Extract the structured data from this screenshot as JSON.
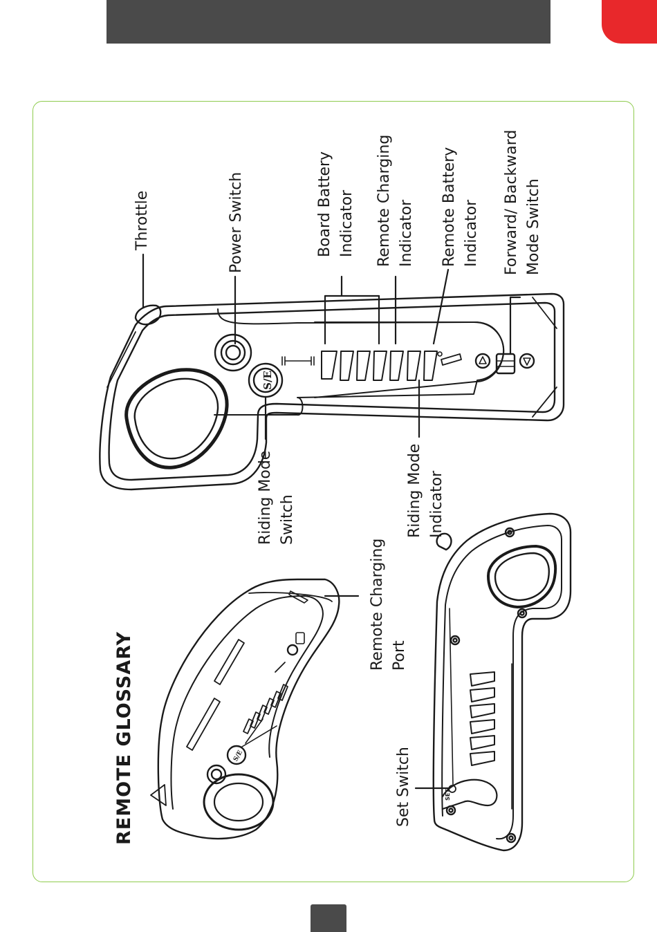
{
  "title": "REMOTE GLOSSARY",
  "labels": {
    "throttle": "Throttle",
    "power_switch": "Power  Switch",
    "board_battery_1": "Board Battery",
    "board_battery_2": "Indicator",
    "remote_charging_ind_1": "Remote Charging",
    "remote_charging_ind_2": "Indicator",
    "remote_battery_1": "Remote Battery",
    "remote_battery_2": "Indicator",
    "fwd_bwd_1": "Forward/ Backward",
    "fwd_bwd_2": "Mode Switch",
    "riding_mode_switch_1": "Riding Mode",
    "riding_mode_switch_2": "Switch",
    "riding_mode_ind_1": "Riding Mode",
    "riding_mode_ind_2": "Indicator",
    "charging_port_1": "Remote Charging",
    "charging_port_2": "Port",
    "set_switch": "Set Switch"
  },
  "device_marks": {
    "mode_button": "S/E",
    "set_text": "SET"
  },
  "colors": {
    "header": "#4a4a4a",
    "accent_red": "#e8282b",
    "panel_border": "#8ecb4d"
  }
}
